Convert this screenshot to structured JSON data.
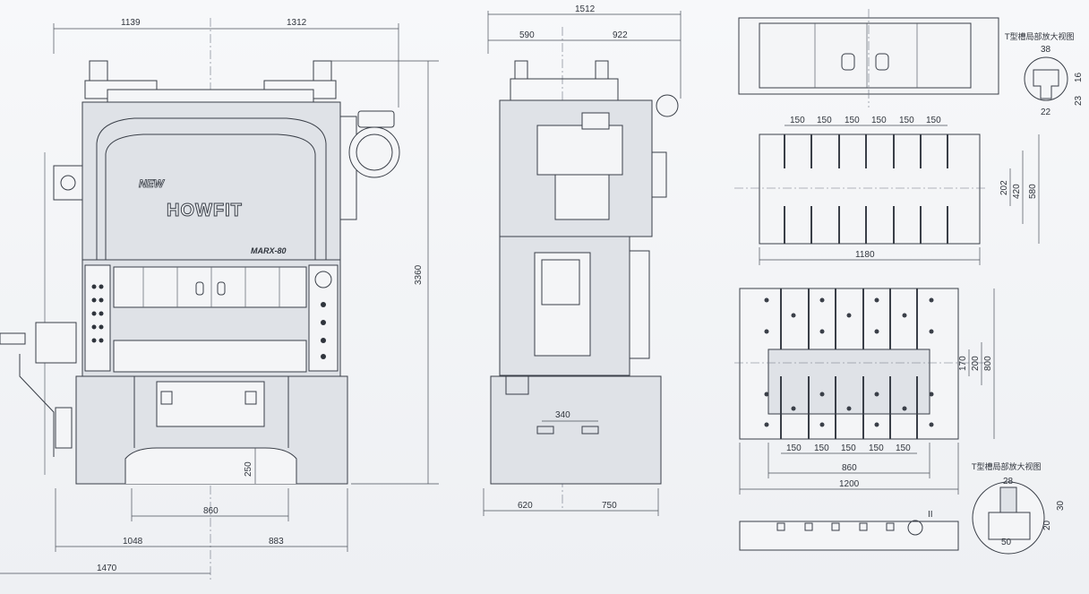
{
  "machine": {
    "badge_new": "NEW",
    "brand": "HOWFIT",
    "model": "MARX-80"
  },
  "front_view": {
    "dims": {
      "top_left": "1139",
      "top_right": "1312",
      "height": "3360",
      "h250": "250",
      "base_860": "860",
      "bottom_left": "1048",
      "bottom_right": "883",
      "overall": "1470"
    }
  },
  "side_view": {
    "dims": {
      "top_total": "1512",
      "top_left": "590",
      "top_right": "922",
      "die": "340",
      "bottom_left": "620",
      "bottom_right": "750"
    }
  },
  "upper_bolster": {
    "detail_title": "T型槽局部放大视图",
    "detail_dims": [
      "38",
      "16",
      "23",
      "22"
    ],
    "pitches": [
      "150",
      "150",
      "150",
      "150",
      "150",
      "150"
    ],
    "width": "1180",
    "heights": [
      "202",
      "420",
      "580"
    ]
  },
  "lower_bolster": {
    "detail_title": "T型槽局部放大视图",
    "detail_dims": [
      "28",
      "30",
      "20",
      "50"
    ],
    "detail_mark": "II",
    "pitches": [
      "150",
      "150",
      "150",
      "150",
      "150"
    ],
    "heights": [
      "170",
      "200",
      "800"
    ],
    "inner_width": "860",
    "width": "1200"
  }
}
